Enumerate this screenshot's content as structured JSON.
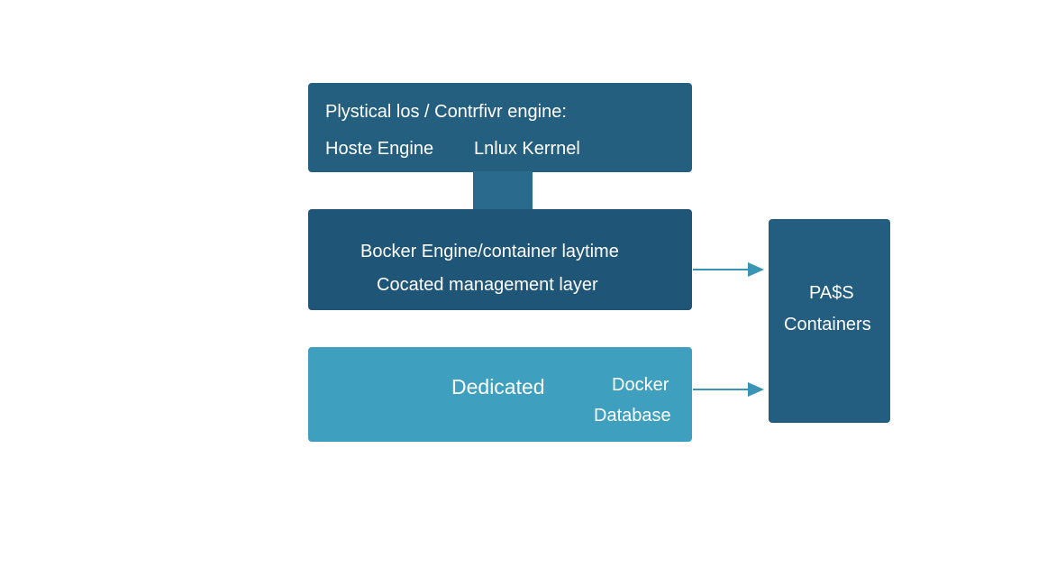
{
  "colors": {
    "background": "#ffffff",
    "top_box": "#245f80",
    "connector": "#2a6a8c",
    "middle_box": "#1f5577",
    "bottom_box": "#3e9fbf",
    "right_box": "#235d80",
    "arrow": "#3a94b4",
    "text": "#ffffff"
  },
  "top_box": {
    "title": "Plystical los / Contrfivr engine:",
    "left_label": "Hoste Engine",
    "right_label": "Lnlux Kerrnel"
  },
  "middle_box": {
    "line1": "Bocker Engine/container laytime",
    "line2": "Cocated management layer"
  },
  "bottom_box": {
    "main_label": "Dedicated",
    "side_line1": "Docker",
    "side_line2": "Database"
  },
  "right_box": {
    "line1": "PA$S",
    "line2": "Containers"
  }
}
